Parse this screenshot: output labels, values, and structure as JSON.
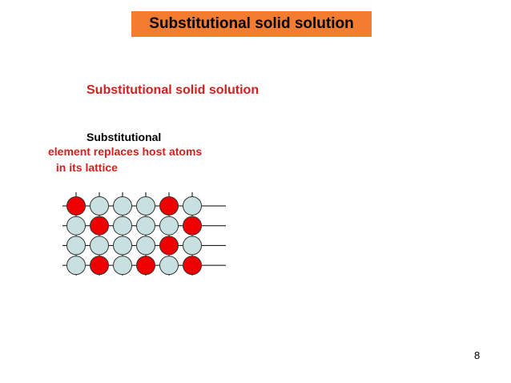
{
  "slide": {
    "title": "Substitutional solid solution",
    "subtitle": "Substitutional solid solution",
    "description": {
      "heading": "Substitutional",
      "line1": "element replaces host atoms",
      "line2": " in its lattice"
    },
    "page_number": "8"
  },
  "lattice": {
    "rows": [
      [
        "solute",
        "host",
        "host",
        "host",
        "solute",
        "host"
      ],
      [
        "host",
        "solute",
        "host",
        "host",
        "host",
        "solute"
      ],
      [
        "host",
        "host",
        "host",
        "host",
        "solute",
        "host"
      ],
      [
        "host",
        "solute",
        "host",
        "solute",
        "host",
        "solute"
      ]
    ],
    "colors": {
      "host": "#c8e0e0",
      "solute": "#ee0000",
      "outline": "#333333",
      "line": "#000000"
    }
  }
}
